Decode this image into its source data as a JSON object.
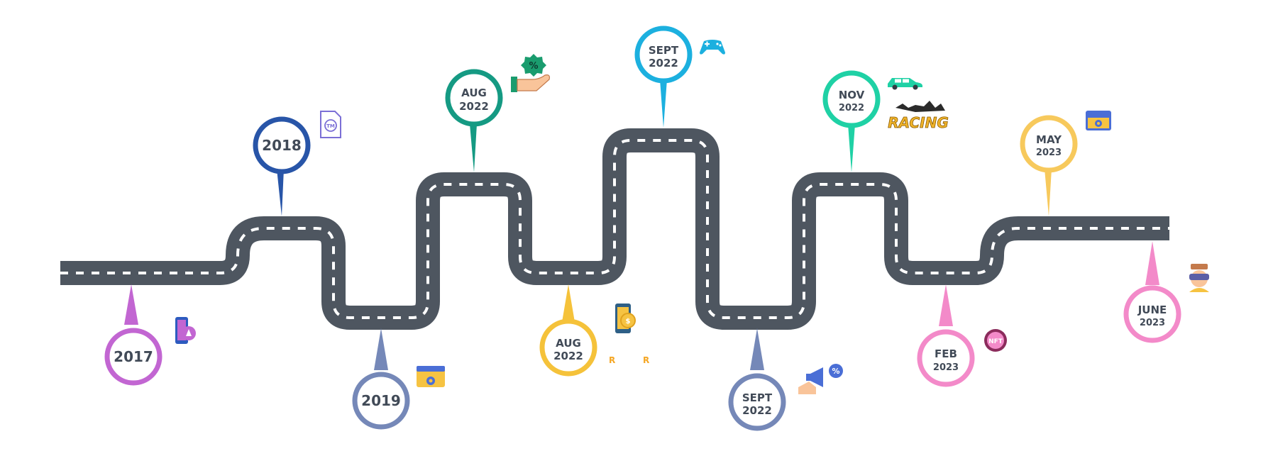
{
  "milestones": [
    {
      "id": "m2017",
      "lines": [
        "2017"
      ],
      "color": "#c266d2",
      "icon": "phone-rocket-icon"
    },
    {
      "id": "m2018",
      "lines": [
        "2018"
      ],
      "color": "#2855a8",
      "icon": "trademark-document-icon"
    },
    {
      "id": "m2019",
      "lines": [
        "2019"
      ],
      "color": "#7588b8",
      "icon": "browser-settings-icon"
    },
    {
      "id": "m2022a",
      "lines": [
        "AUG",
        "2022"
      ],
      "color": "#159a83",
      "icon": "hand-discount-icon"
    },
    {
      "id": "m2022b",
      "lines": [
        "AUG",
        "2022"
      ],
      "color": "#f5c23a",
      "icon": "phone-coin-icon"
    },
    {
      "id": "m2022c",
      "lines": [
        "SEPT",
        "2022"
      ],
      "color": "#1cb0df",
      "icon": "gamepad-icon"
    },
    {
      "id": "m2022d",
      "lines": [
        "SEPT",
        "2022"
      ],
      "color": "#7588b8",
      "icon": "megaphone-discount-icon"
    },
    {
      "id": "m2022e",
      "lines": [
        "NOV",
        "2022"
      ],
      "color": "#1fd1a5",
      "icon": "car-icon"
    },
    {
      "id": "m2023a",
      "lines": [
        "FEB",
        "2023"
      ],
      "color": "#f38ac9",
      "icon": "nft-badge-icon"
    },
    {
      "id": "m2023b",
      "lines": [
        "MAY",
        "2023"
      ],
      "color": "#f7c95c",
      "icon": "browser-settings-icon"
    },
    {
      "id": "m2023c",
      "lines": [
        "JUNE",
        "2023"
      ],
      "color": "#f38ac9",
      "icon": "vr-user-icon"
    }
  ],
  "extras": {
    "nft_text": "NFT",
    "racing_logo_text": "RACING",
    "r_marks": [
      "R",
      "R"
    ]
  },
  "colors": {
    "road": "#4e5660",
    "lane": "#ffffff",
    "label": "#414a57"
  }
}
